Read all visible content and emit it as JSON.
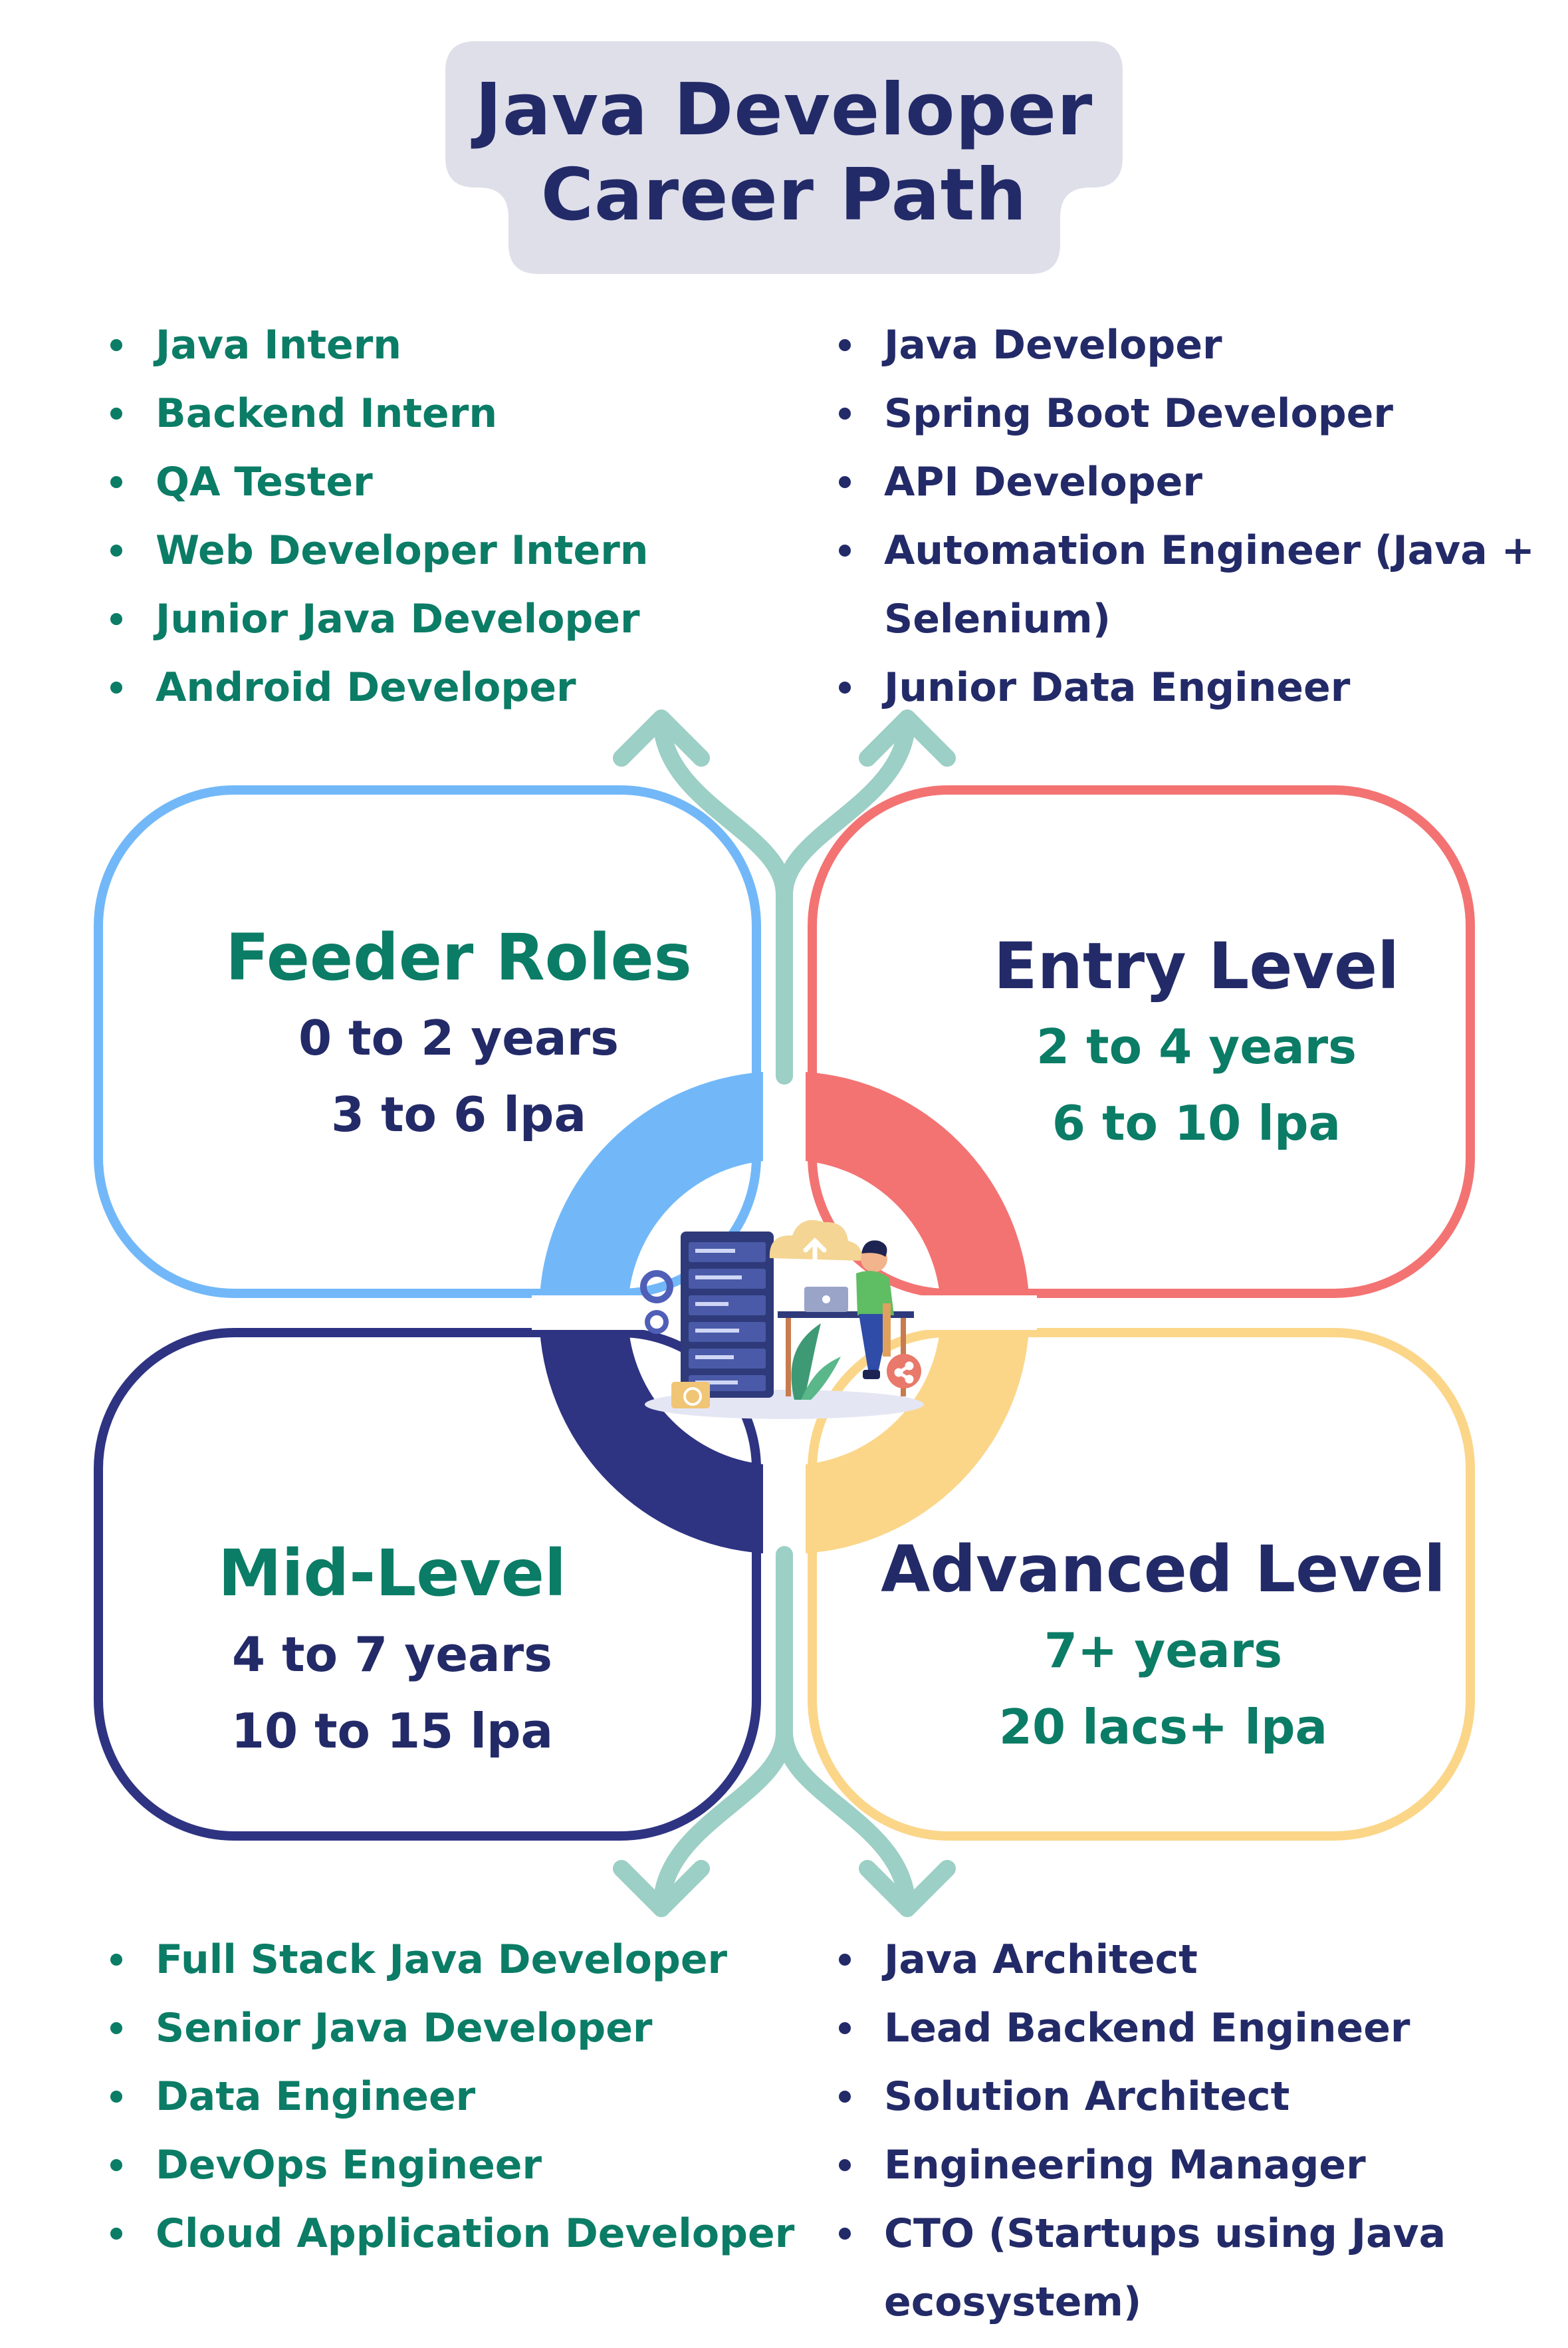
{
  "title": {
    "line1": "Java Developer",
    "line2": "Career Path"
  },
  "colors": {
    "feeder": "#72b8f8",
    "entry": "#f37373",
    "mid": "#2e3382",
    "advanced": "#fbd689",
    "arrows": "#9ccfc5",
    "navy_text": "#232a68",
    "teal_text": "#0b7c66",
    "plaque": "#dfdfea"
  },
  "cards": {
    "feeder": {
      "title": "Feeder Roles",
      "experience": "0 to 2 years",
      "salary": "3 to 6 lpa"
    },
    "entry": {
      "title": "Entry Level",
      "experience": "2 to 4 years",
      "salary": "6 to 10 lpa"
    },
    "mid": {
      "title": "Mid-Level",
      "experience": "4 to 7 years",
      "salary": "10 to 15 lpa"
    },
    "advanced": {
      "title": "Advanced Level",
      "experience": "7+ years",
      "salary": "20 lacs+ lpa"
    }
  },
  "lists": {
    "feeder_roles": [
      "Java Intern",
      "Backend Intern",
      "QA Tester",
      "Web Developer Intern",
      "Junior Java Developer",
      "Android Developer"
    ],
    "entry_roles": [
      "Java Developer",
      "Spring Boot Developer",
      "API Developer",
      "Automation Engineer (Java +",
      "Junior Data Engineer"
    ],
    "entry_roles_continuation": "Selenium)",
    "mid_roles": [
      "Full Stack Java Developer",
      "Senior Java Developer",
      "Data Engineer",
      "DevOps Engineer",
      "Cloud Application Developer"
    ],
    "advanced_roles": [
      "Java Architect",
      "Lead Backend Engineer",
      "Solution Architect",
      "Engineering Manager",
      "CTO (Startups using Java"
    ],
    "advanced_roles_continuation": "ecosystem)"
  },
  "illustration": {
    "icon": "developer-at-desk-with-server-icon"
  }
}
